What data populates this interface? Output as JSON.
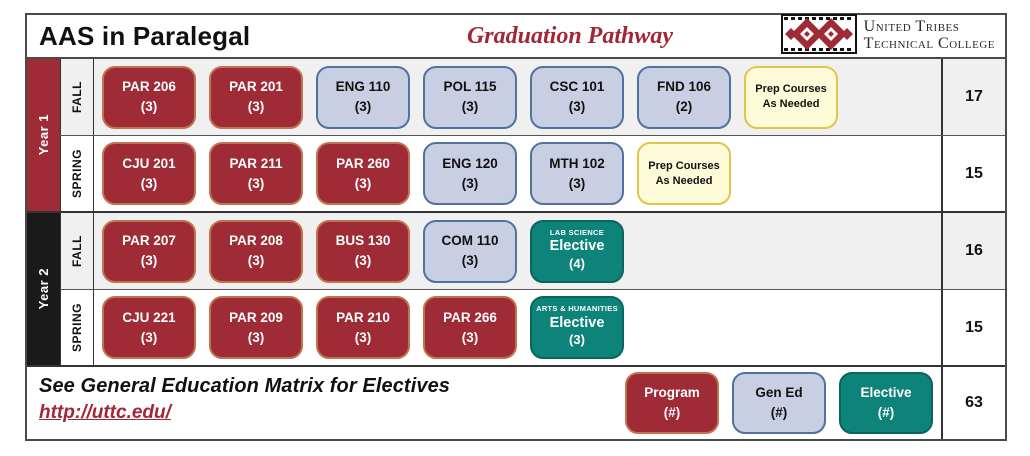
{
  "header": {
    "title": "AAS in Paralegal",
    "subtitle": "Graduation Pathway",
    "logo_line1": "United Tribes",
    "logo_line2": "Technical College"
  },
  "colors": {
    "program": "#9e2b35",
    "gened": "#c9cfe2",
    "elective": "#0e837a",
    "prep_fill": "#fefbd8",
    "prep_border": "#e3c54b",
    "year1_band": "#9e2b35",
    "year2_band": "#1a1a1a",
    "subtitle_red": "#a32638",
    "row_shade": "#f0f0f0"
  },
  "years": [
    {
      "label": "Year 1",
      "band_color": "#9e2b35",
      "semesters": [
        {
          "name": "FALL",
          "shaded": true,
          "credits": "17",
          "courses": [
            {
              "type": "program",
              "code": "PAR 206",
              "credits": "(3)"
            },
            {
              "type": "program",
              "code": "PAR 201",
              "credits": "(3)"
            },
            {
              "type": "gened",
              "code": "ENG 110",
              "credits": "(3)"
            },
            {
              "type": "gened",
              "code": "POL 115",
              "credits": "(3)"
            },
            {
              "type": "gened",
              "code": "CSC 101",
              "credits": "(3)"
            },
            {
              "type": "gened",
              "code": "FND 106",
              "credits": "(2)"
            },
            {
              "type": "prep",
              "line1": "Prep Courses",
              "line2": "As Needed"
            }
          ]
        },
        {
          "name": "SPRING",
          "shaded": false,
          "credits": "15",
          "courses": [
            {
              "type": "program",
              "code": "CJU 201",
              "credits": "(3)"
            },
            {
              "type": "program",
              "code": "PAR 211",
              "credits": "(3)"
            },
            {
              "type": "program",
              "code": "PAR 260",
              "credits": "(3)"
            },
            {
              "type": "gened",
              "code": "ENG 120",
              "credits": "(3)"
            },
            {
              "type": "gened",
              "code": "MTH 102",
              "credits": "(3)"
            },
            {
              "type": "prep",
              "line1": "Prep Courses",
              "line2": "As Needed"
            }
          ]
        }
      ]
    },
    {
      "label": "Year 2",
      "band_color": "#1a1a1a",
      "semesters": [
        {
          "name": "FALL",
          "shaded": true,
          "credits": "16",
          "courses": [
            {
              "type": "program",
              "code": "PAR 207",
              "credits": "(3)"
            },
            {
              "type": "program",
              "code": "PAR 208",
              "credits": "(3)"
            },
            {
              "type": "program",
              "code": "BUS 130",
              "credits": "(3)"
            },
            {
              "type": "gened",
              "code": "COM 110",
              "credits": "(3)"
            },
            {
              "type": "elective",
              "category": "LAB SCIENCE",
              "title": "Elective",
              "credits": "(4)"
            }
          ]
        },
        {
          "name": "SPRING",
          "shaded": false,
          "credits": "15",
          "courses": [
            {
              "type": "program",
              "code": "CJU 221",
              "credits": "(3)"
            },
            {
              "type": "program",
              "code": "PAR 209",
              "credits": "(3)"
            },
            {
              "type": "program",
              "code": "PAR 210",
              "credits": "(3)"
            },
            {
              "type": "program",
              "code": "PAR 266",
              "credits": "(3)"
            },
            {
              "type": "elective",
              "category": "ARTS & HUMANITIES",
              "title": "Elective",
              "credits": "(3)"
            }
          ]
        }
      ]
    }
  ],
  "footer": {
    "note": "See General Education Matrix for Electives",
    "link": "http://uttc.edu/",
    "total_credits": "63",
    "legend": [
      {
        "type": "program",
        "title": "Program",
        "credits": "(#)"
      },
      {
        "type": "gened",
        "title": "Gen Ed",
        "credits": "(#)"
      },
      {
        "type": "elective",
        "title": "Elective",
        "credits": "(#)"
      }
    ]
  }
}
